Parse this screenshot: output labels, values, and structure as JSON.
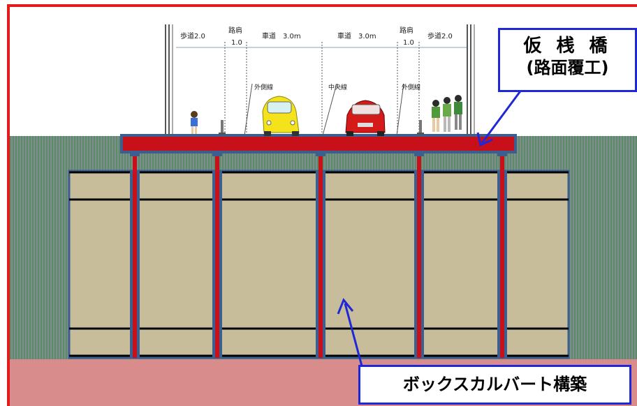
{
  "colors": {
    "frame": "#e31b1b",
    "ground_stripes_a": "#5c8a6a",
    "ground_stripes_b": "#7d8f8a",
    "culvert_fill": "#c8bd9a",
    "culvert_edge": "#3d5f8f",
    "bridge_deck": "#c8101a",
    "pile": "#c8101a",
    "bottom_layer": "#d88c8c",
    "arrow": "#1f28d6"
  },
  "section_labels": {
    "sidewalk_left": "歩道2.0",
    "shoulder_left_top": "路肩",
    "shoulder_left_bottom": "1.0",
    "lane_left": "車道　3.0m",
    "lane_right": "車道　3.0m",
    "shoulder_right_top": "路肩",
    "shoulder_right_bottom": "1.0",
    "sidewalk_right": "歩道2.0"
  },
  "line_labels": {
    "outer_left": "外側線",
    "center": "中央線",
    "outer_right": "外側線"
  },
  "callouts": {
    "bridge_line1": "仮 桟 橋",
    "bridge_line2": "(路面覆工)",
    "culvert": "ボックスカルバート構築"
  },
  "icons": {
    "car_left": "yellow-car-icon",
    "car_right": "red-car-icon",
    "pedestrian_left": "child-pedestrian-icon",
    "pedestrians_right": "pedestrian-group-icon",
    "bollard": "bollard-icon"
  }
}
